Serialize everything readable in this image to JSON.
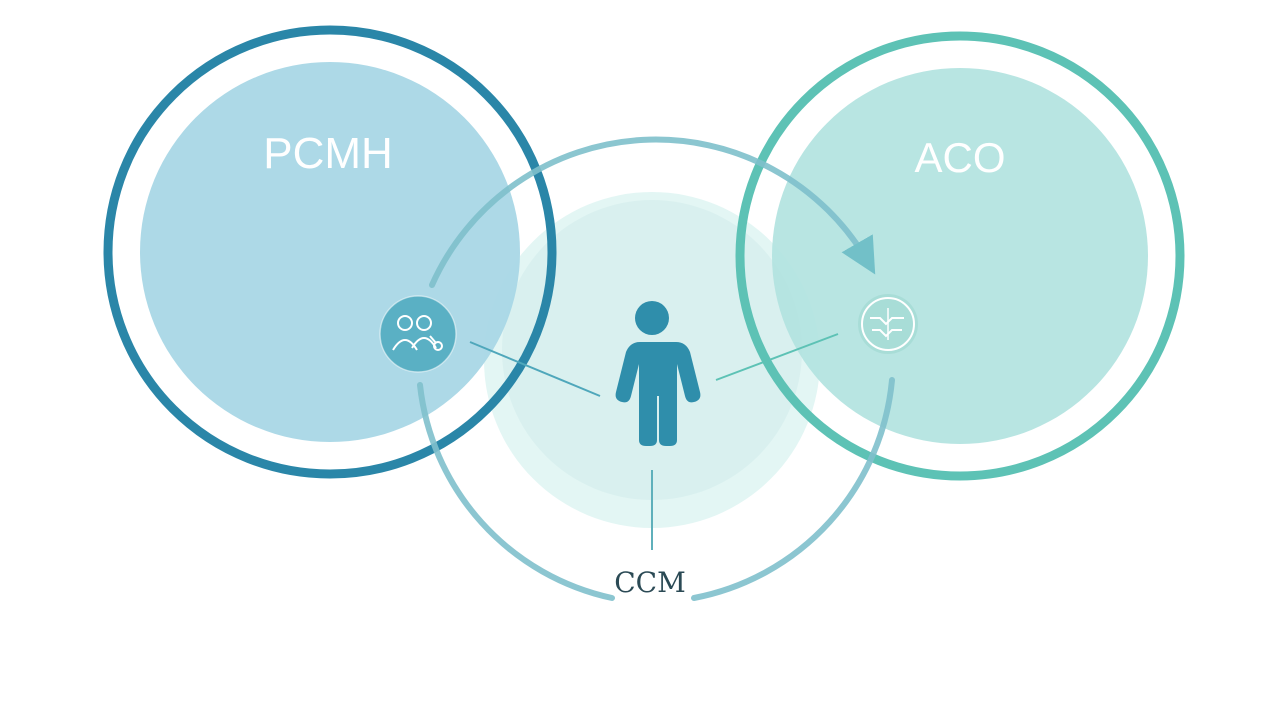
{
  "diagram": {
    "left_circle": {
      "label": "PCMH",
      "color": "#2a86a8",
      "fill": "#a9d7e6"
    },
    "right_circle": {
      "label": "ACO",
      "color": "#5dc2b5",
      "fill": "#b2e3df"
    },
    "center_circle": {
      "label": "CCM",
      "color": "#84c3cf",
      "fill": "#def4f2"
    },
    "patient": {
      "icon": "person-icon",
      "color": "#2f8eab"
    },
    "left_node": {
      "icon": "people-network-icon"
    },
    "right_node": {
      "icon": "handshake-icon"
    }
  }
}
